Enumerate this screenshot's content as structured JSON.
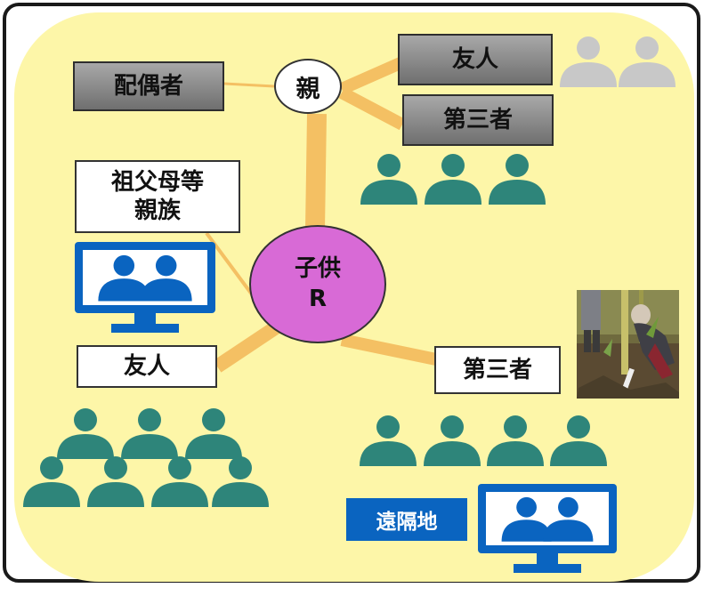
{
  "colors": {
    "background_fill": "#fdf6a8",
    "link_line": "#f4c063",
    "person_teal": "#2e857a",
    "person_gray": "#c8c8c8",
    "monitor_blue": "#0a64c0",
    "child_circle": "#d86ad6"
  },
  "nodes": {
    "spouse": "配偶者",
    "parent": "親",
    "parent_friend": "友人",
    "parent_third": "第三者",
    "relatives_line1": "祖父母等",
    "relatives_line2": "親族",
    "child_line1": "子供",
    "child_line2": "R",
    "child_friend": "友人",
    "child_third": "第三者",
    "remote": "遠隔地"
  },
  "icons": {
    "person": "person-icon",
    "monitor": "monitor-icon",
    "photo": "photo-planting-scene"
  }
}
